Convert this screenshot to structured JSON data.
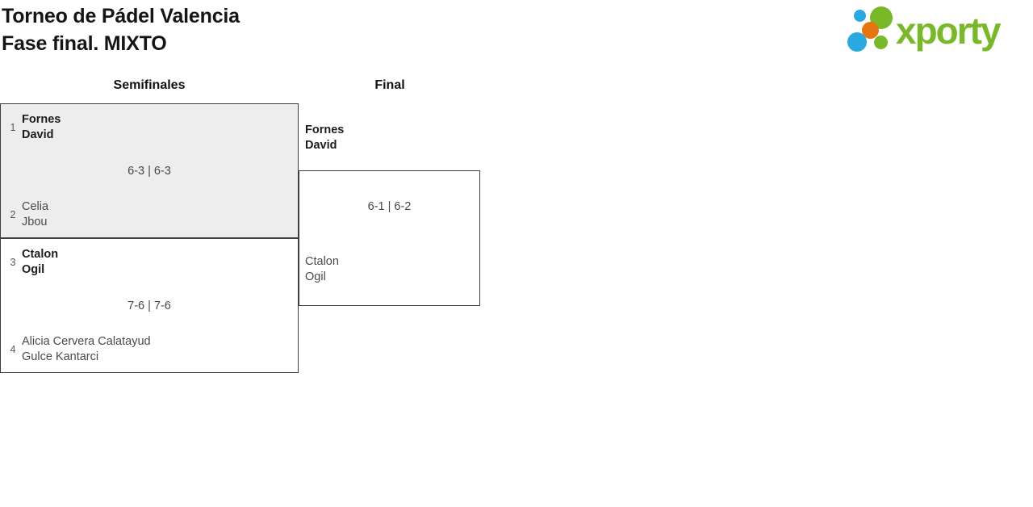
{
  "title": {
    "line1": "Torneo de Pádel Valencia",
    "line2": "Fase final. MIXTO"
  },
  "logo": {
    "wordmark": "xporty"
  },
  "colors": {
    "brand-green": "#79b928",
    "brand-blue": "#29a9e1",
    "brand-orange": "#e8740f",
    "box-fill": "#ededed",
    "box-border": "#3e3e3e",
    "name": "#4a4a4a",
    "name-bold": "#1d1d1d",
    "seed": "#555555",
    "score": "#474747"
  },
  "rounds": {
    "semifinals_label": "Semifinales",
    "final_label": "Final"
  },
  "semifinals": [
    {
      "top_seed": "1",
      "top_name": "Fornes\nDavid",
      "score": "6-3 | 6-3",
      "bottom_seed": "2",
      "bottom_name": "Celia\nJbou"
    },
    {
      "top_seed": "3",
      "top_name": "Ctalon\nOgil",
      "score": "7-6 | 7-6",
      "bottom_seed": "4",
      "bottom_name": "Alicia Cervera Calatayud\nGulce Kantarci"
    }
  ],
  "final": {
    "top_name": "Fornes\nDavid",
    "score": "6-1 | 6-2",
    "bottom_name": "Ctalon\nOgil"
  }
}
